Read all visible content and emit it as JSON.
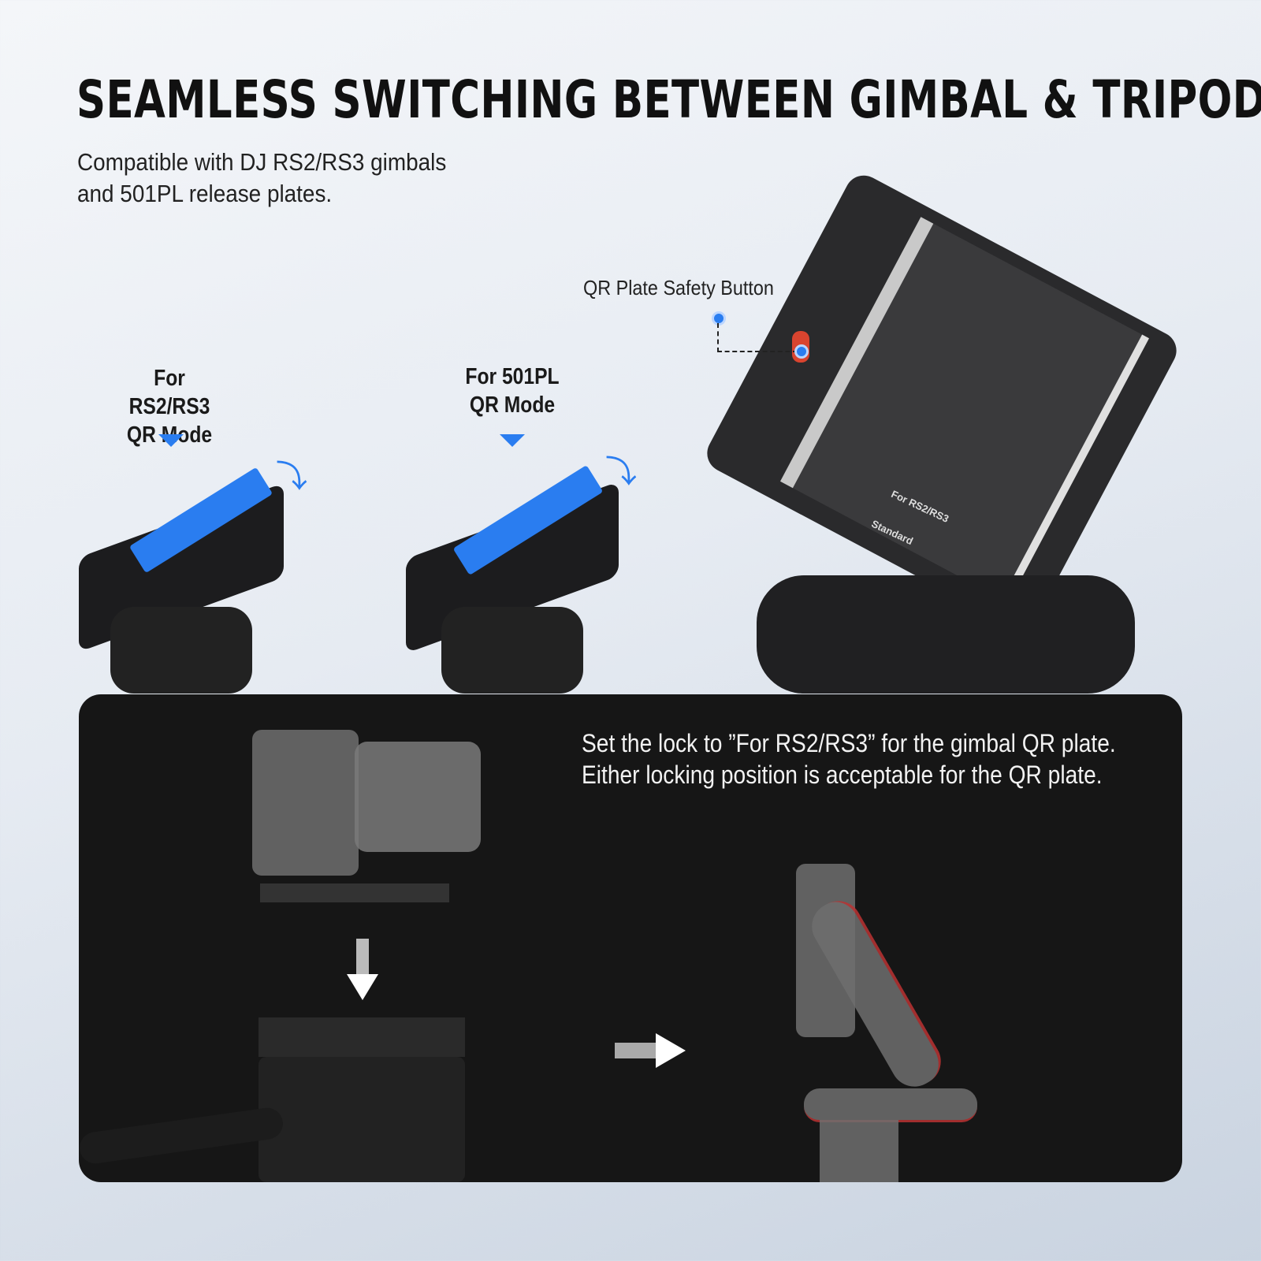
{
  "header": {
    "title": "SEAMLESS SWITCHING BETWEEN GIMBAL & TRIPOD",
    "subtitle_lines": [
      "Compatible with DJ RS2/RS3 gimbals",
      "and 501PL release plates."
    ]
  },
  "modes": [
    {
      "label_lines": [
        "For RS2/RS3",
        "QR Mode"
      ]
    },
    {
      "label_lines": [
        "For 501PL",
        "QR Mode"
      ]
    }
  ],
  "callout": {
    "label": "QR Plate Safety Button"
  },
  "plate_markings": {
    "line1": "For RS2/RS3",
    "line2": "Standard"
  },
  "panel": {
    "lines": [
      "Set the lock to ”For RS2/RS3” for the gimbal QR plate.",
      "Either locking position is acceptable for the QR plate."
    ]
  },
  "colors": {
    "accent": "#2a7df0",
    "panel_bg": "#161616",
    "title": "#111111"
  }
}
